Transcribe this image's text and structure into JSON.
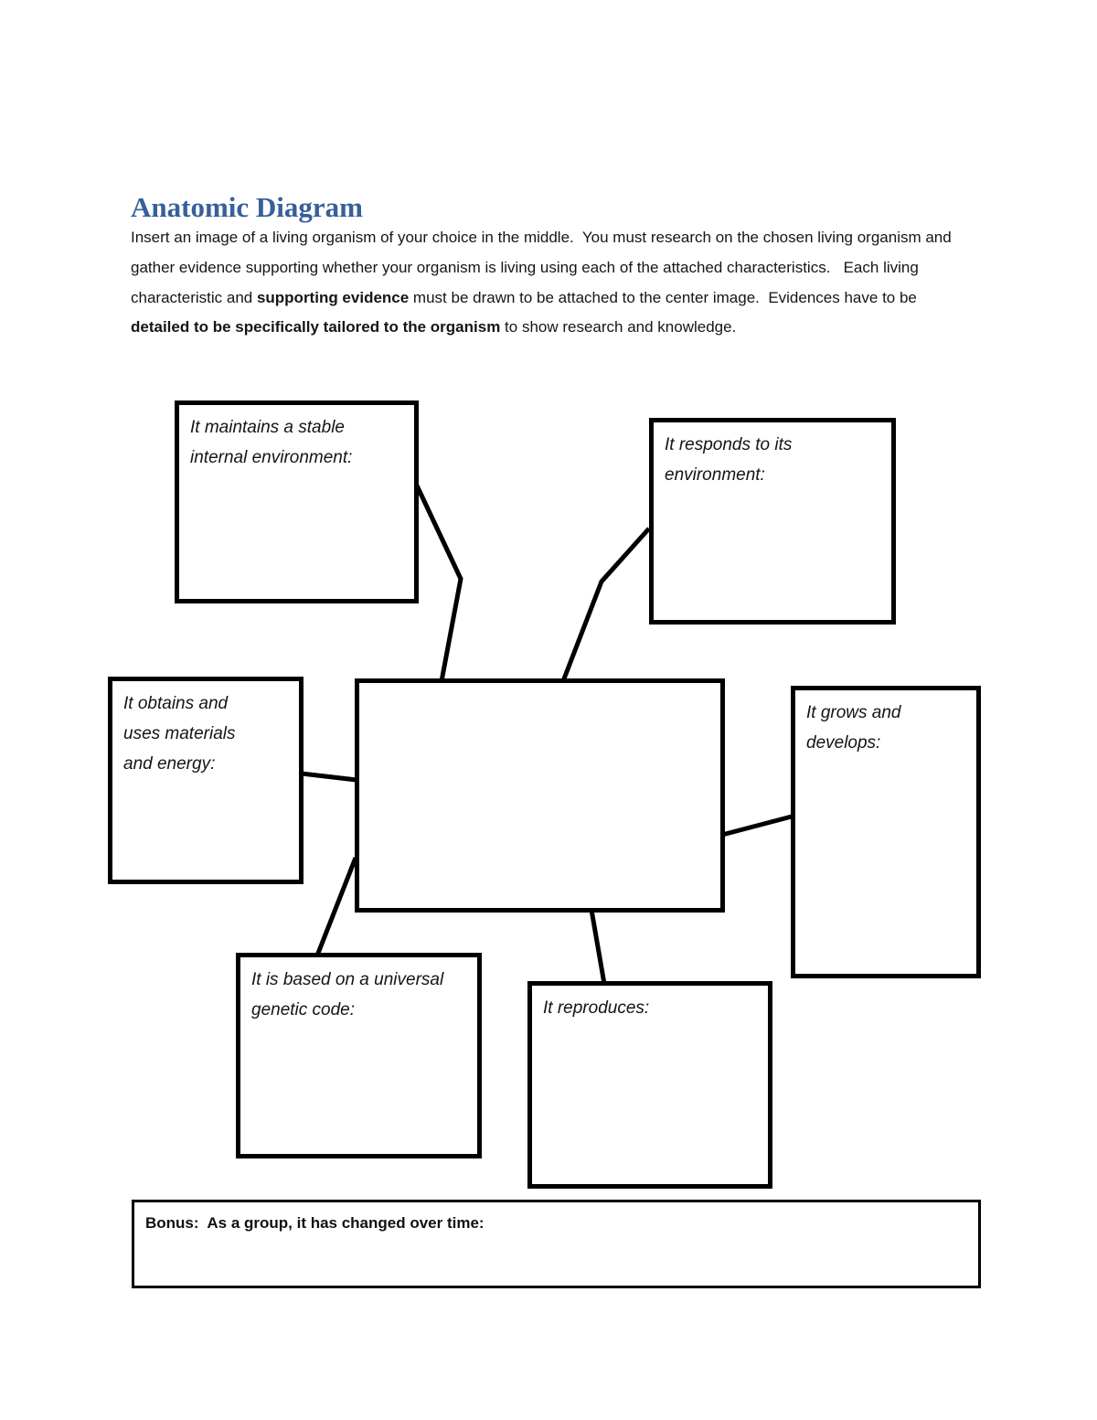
{
  "page": {
    "title": "Anatomic Diagram",
    "title_color": "#36609A",
    "intro_segments": [
      {
        "text": "Insert an image of a living organism of your choice in the middle.  You must research on the chosen living organism and gather evidence supporting whether your organism is living using each of the attached characteristics.   Each living characteristic and ",
        "bold": false
      },
      {
        "text": "supporting evidence",
        "bold": true
      },
      {
        "text": " must be drawn to be attached to the center image.  Evidences have to be ",
        "bold": false
      },
      {
        "text": "detailed to be specifically tailored to the organism",
        "bold": true
      },
      {
        "text": " to show research and knowledge.",
        "bold": false
      }
    ]
  },
  "diagram": {
    "border_color": "#000000",
    "line_color": "#000000",
    "boxes": {
      "maintains": {
        "label": "It maintains a stable\ninternal environment:"
      },
      "responds": {
        "label": "It responds to its\nenvironment:"
      },
      "obtains": {
        "label": "It obtains and\nuses materials\nand energy:"
      },
      "center": {
        "label": ""
      },
      "grows": {
        "label": "It grows and\ndevelops:"
      },
      "genetic": {
        "label": "It is based on a universal\ngenetic code:"
      },
      "reproduces": {
        "label": "It reproduces:"
      },
      "bonus": {
        "label": "Bonus:  As a group, it has changed over time:"
      }
    }
  }
}
